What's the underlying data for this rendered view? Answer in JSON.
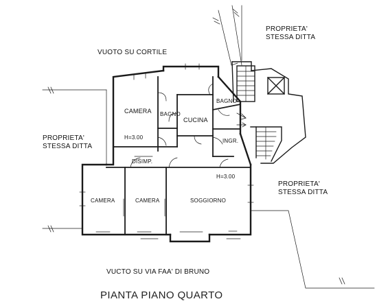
{
  "labels": {
    "courtyard_void": "VUOTO SU CORTILE",
    "street_void": "VUCTO SU VIA FAA' DI BRUNO",
    "plan_title": "PIANTA PIANO QUARTO",
    "property_tr_1": "PROPRIETA'",
    "property_tr_2": "STESSA DITTA",
    "property_l_1": "PROPRIETA'",
    "property_l_2": "STESSA DITTA",
    "property_r_1": "PROPRIETA'",
    "property_r_2": "STESSA DITTA"
  },
  "rooms": {
    "camera_top": "CAMERA",
    "bagno_small": "BAGNO",
    "cucina": "CUCINA",
    "bagno": "BAGNO",
    "ingr": "INGR.",
    "height_1": "H=3.00",
    "disimp": "DISIMP.",
    "camera_left": "CAMERA",
    "camera_mid": "CAMERA",
    "soggiorno": "SOGGIORNO",
    "height_2": "H=3.00"
  }
}
